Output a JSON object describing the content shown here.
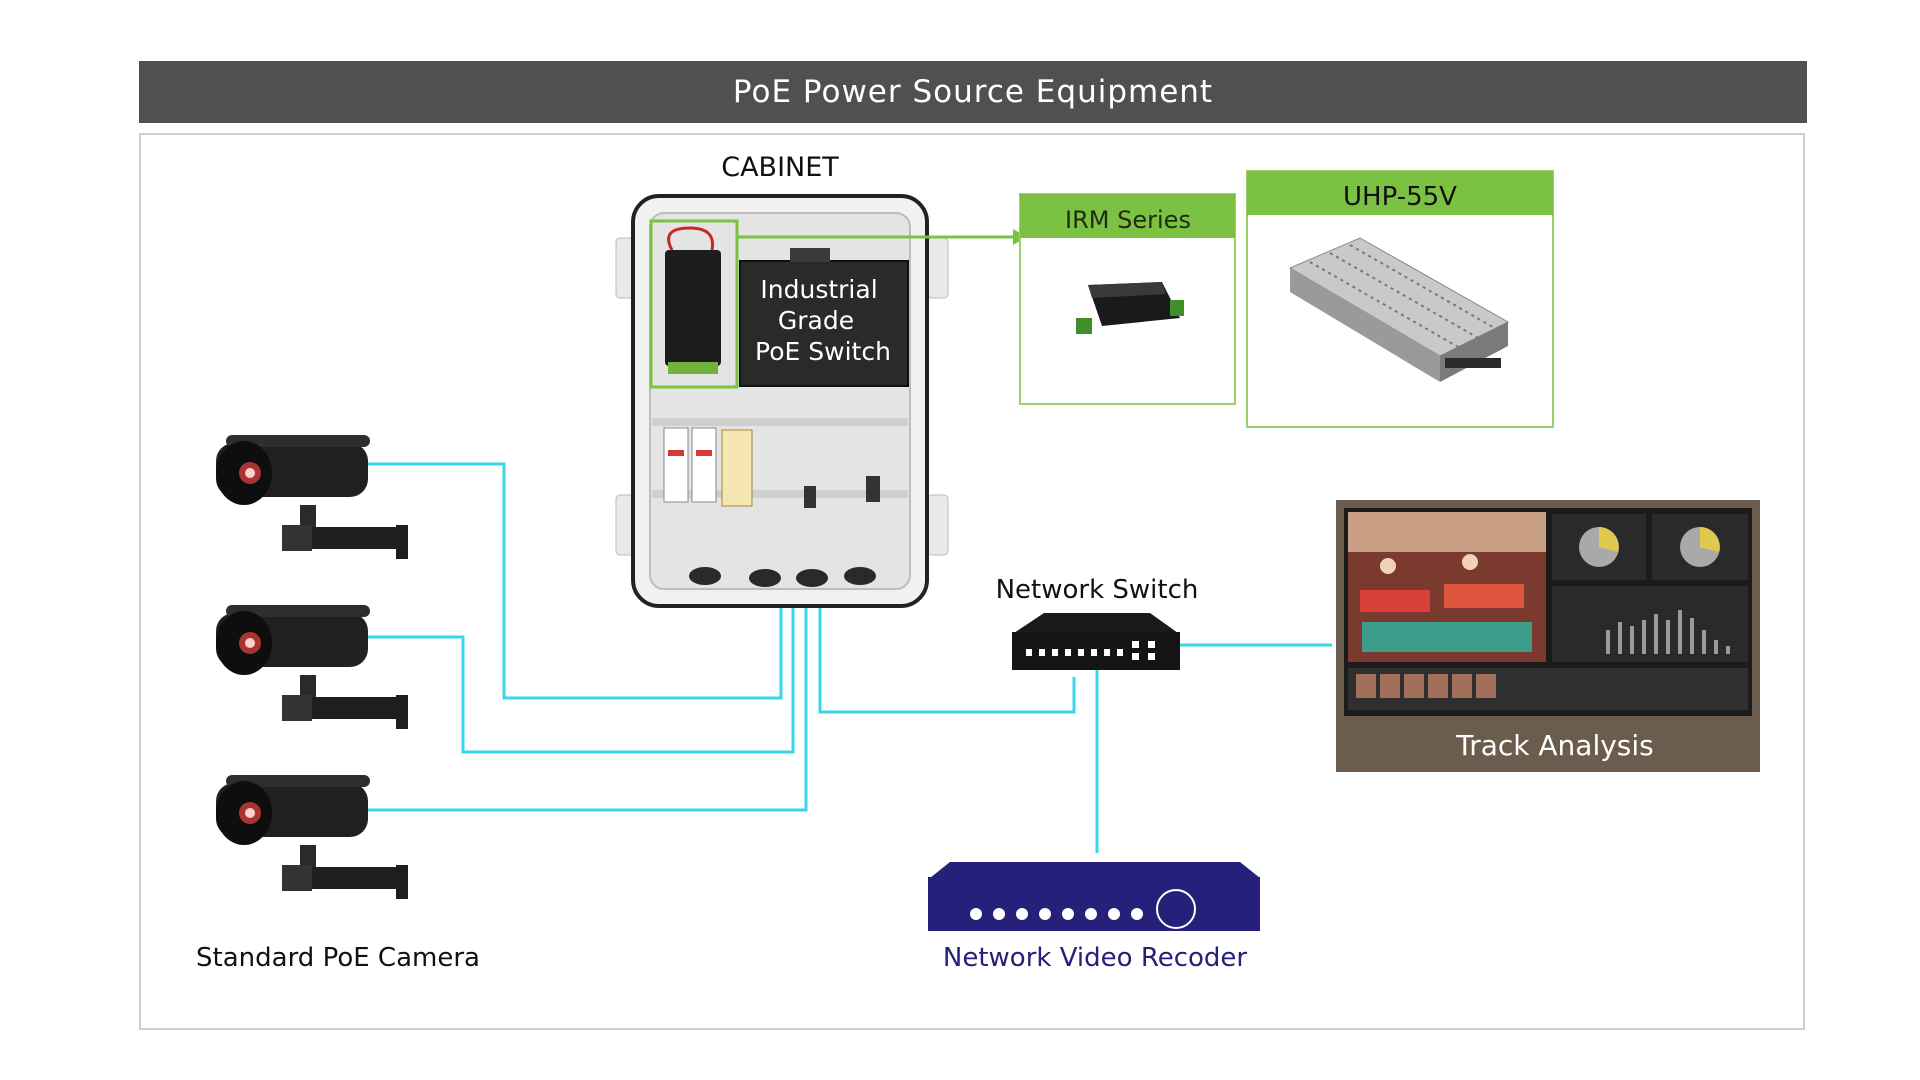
{
  "header": {
    "title": "PoE Power Source Equipment"
  },
  "cabinet": {
    "label": "CABINET",
    "switch_lines": [
      "Industrial",
      "Grade",
      "PoE Switch"
    ]
  },
  "irm": {
    "label": "IRM Series"
  },
  "uhp": {
    "label": "UHP-55V"
  },
  "network_switch": {
    "label": "Network Switch"
  },
  "nvr": {
    "label": "Network Video Recoder"
  },
  "camera": {
    "label": "Standard PoE Camera"
  },
  "track": {
    "label": "Track Analysis"
  },
  "colors": {
    "cable": "#38d6e8",
    "accent_green": "#7cc242",
    "header_bg": "#505050",
    "nvr_blue": "#25207a",
    "track_bg": "#6b5c4e"
  }
}
